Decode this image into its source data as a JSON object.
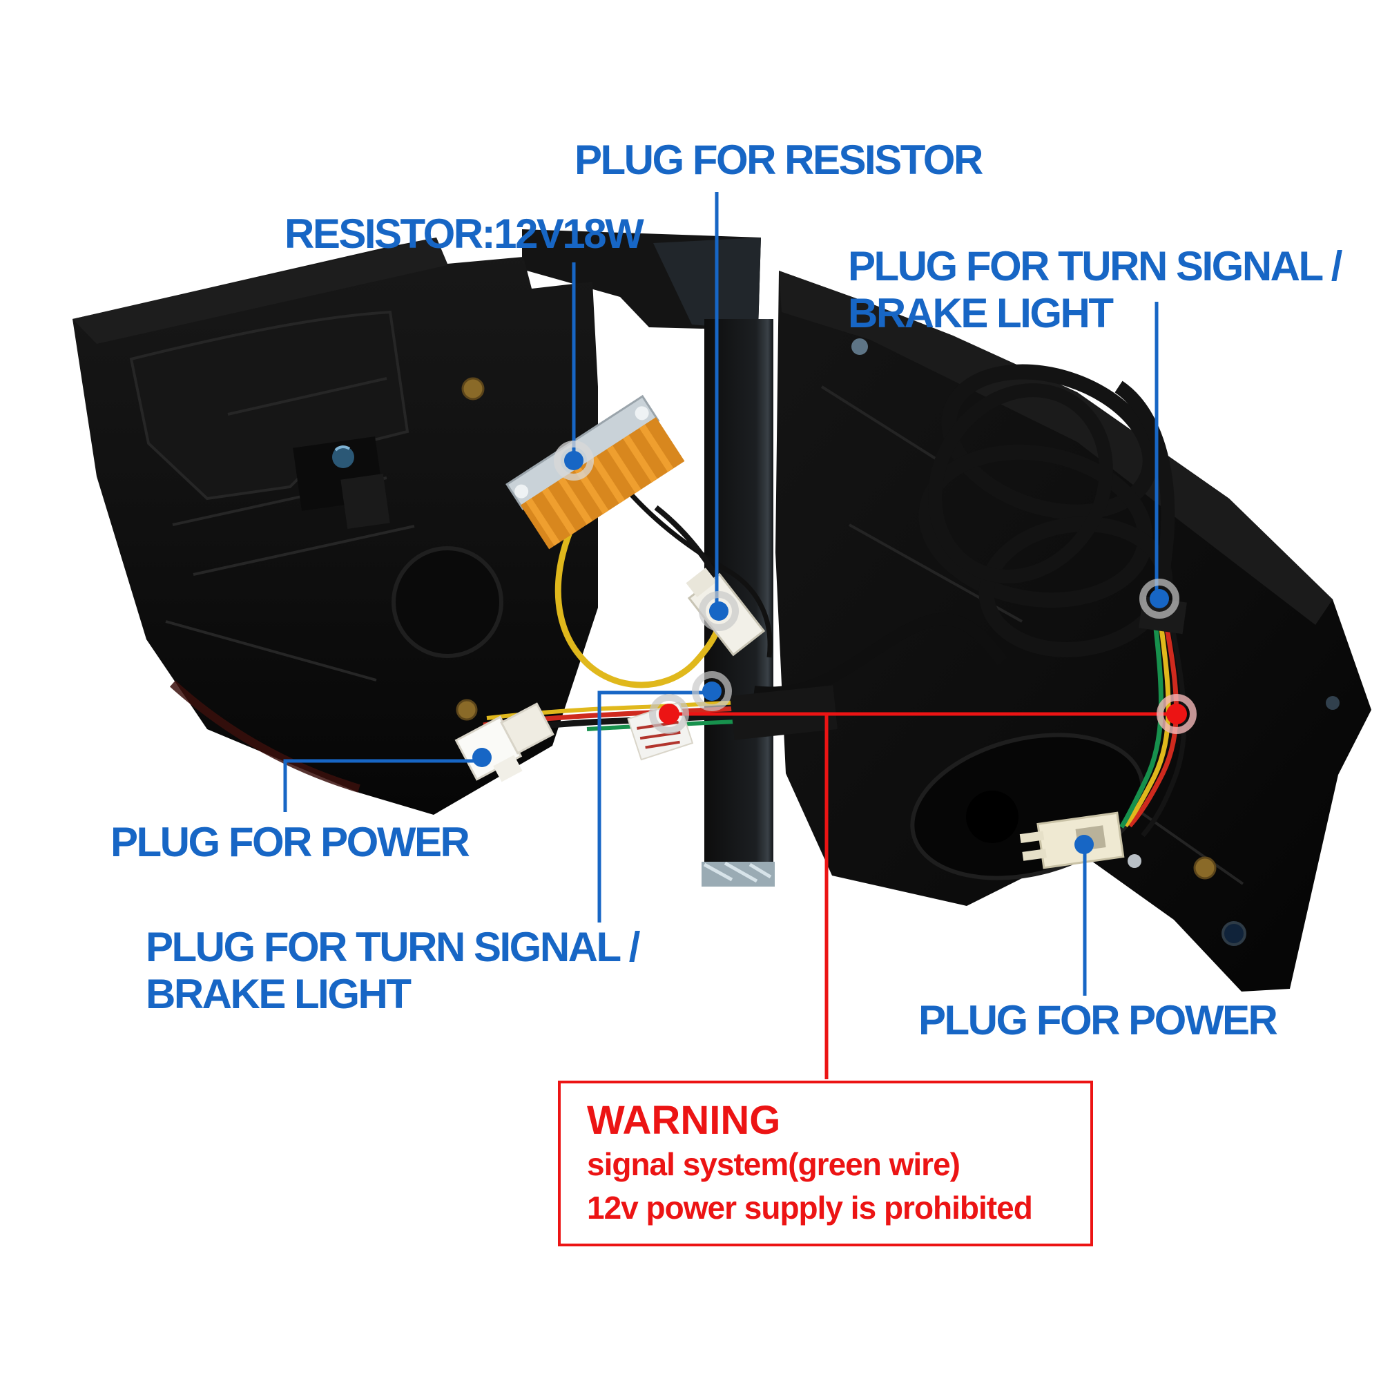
{
  "callouts": {
    "plug_for_resistor": {
      "text": "PLUG FOR RESISTOR"
    },
    "resistor_rating": {
      "text": "RESISTOR:12V18W"
    },
    "turn_signal_brake_top": {
      "line1": "PLUG FOR TURN SIGNAL /",
      "line2": "BRAKE LIGHT"
    },
    "plug_for_power_left": {
      "text": "PLUG FOR POWER"
    },
    "turn_signal_brake_bottom": {
      "line1": "PLUG FOR TURN SIGNAL /",
      "line2": "BRAKE LIGHT"
    },
    "plug_for_power_right": {
      "text": "PLUG FOR POWER"
    }
  },
  "warning": {
    "title": "WARNING",
    "line1": "signal system(green wire)",
    "line2": "12v power supply is prohibited"
  },
  "colors": {
    "label_blue": "#1766C5",
    "leader_blue": "#1766C5",
    "warning_red": "#EC1414",
    "resistor_orange": "#D8871E",
    "wire_yellow": "#E0B81C",
    "wire_green": "#17914D",
    "wire_red": "#CF2A1E",
    "background": "#FFFFFF"
  }
}
